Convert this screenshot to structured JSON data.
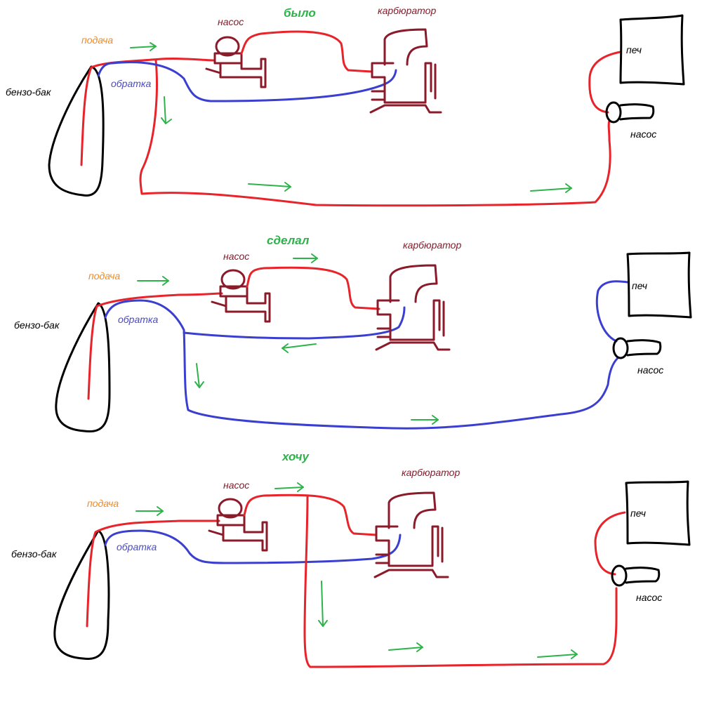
{
  "colors": {
    "supply": "#e8232a",
    "return": "#3a3fd0",
    "device": "#8b1a2a",
    "outline": "#000000",
    "arrow": "#2db34a",
    "supply_label": "#f08a24",
    "return_label": "#4a4ac8",
    "device_label": "#8b1a2a",
    "title": "#2db34a"
  },
  "panels": [
    {
      "title": "было",
      "labels": {
        "supply": "подача",
        "return": "обратка",
        "tank": "бензо-бак",
        "pump": "насос",
        "carb": "карбюратор",
        "heater": "печ",
        "heater_pump": "насос"
      }
    },
    {
      "title": "сделал",
      "labels": {
        "supply": "подача",
        "return": "обратка",
        "tank": "бензо-бак",
        "pump": "насос",
        "carb": "карбюратор",
        "heater": "печ",
        "heater_pump": "насос"
      }
    },
    {
      "title": "хочу",
      "labels": {
        "supply": "подача",
        "return": "обратка",
        "tank": "бензо-бак",
        "pump": "насос",
        "carb": "карбюратор",
        "heater": "печ",
        "heater_pump": "насос"
      }
    }
  ]
}
